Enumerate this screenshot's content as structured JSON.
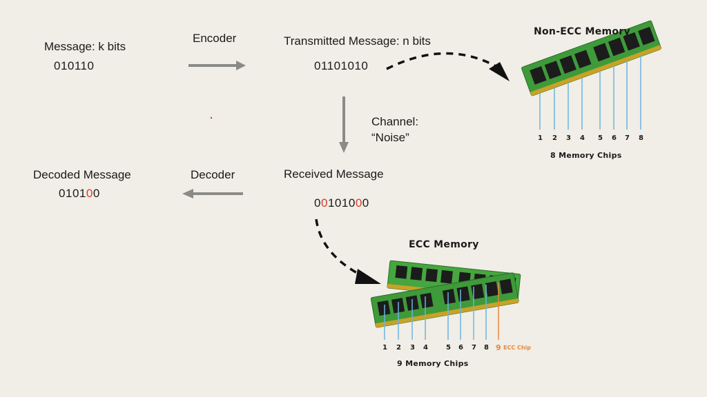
{
  "message": {
    "label": "Message: k bits",
    "bits": "010110"
  },
  "encoder": {
    "label": "Encoder"
  },
  "transmitted": {
    "label": "Transmitted Message: n bits",
    "bits": "01101010"
  },
  "channel": {
    "label_line1": "Channel:",
    "label_line2": "“Noise”"
  },
  "received": {
    "label": "Received Message",
    "bits": [
      "0",
      "0",
      "1",
      "0",
      "1",
      "0",
      "0",
      "0"
    ],
    "error_positions": [
      1,
      6
    ]
  },
  "decoder": {
    "label": "Decoder"
  },
  "decoded": {
    "label": "Decoded Message",
    "bits": [
      "0",
      "1",
      "0",
      "1",
      "0",
      "0"
    ],
    "error_positions": [
      4
    ]
  },
  "non_ecc": {
    "title": "Non-ECC Memory",
    "chip_numbers": [
      "1",
      "2",
      "3",
      "4",
      "5",
      "6",
      "7",
      "8"
    ],
    "caption": "8 Memory Chips"
  },
  "ecc": {
    "title": "ECC Memory",
    "chip_numbers": [
      "1",
      "2",
      "3",
      "4",
      "5",
      "6",
      "7",
      "8"
    ],
    "ecc_chip_number": "9",
    "ecc_chip_label": "ECC Chip",
    "caption": "9 Memory Chips"
  },
  "colors": {
    "background": "#f0eee6",
    "arrow_gray": "#8a8a86",
    "error_red": "#d63a2e",
    "ecc_orange": "#e8873a",
    "chip_line_blue": "#6db3e0",
    "pcb_green": "#3f9a3a",
    "chip_black": "#1c1c1c",
    "gold": "#c9a227"
  }
}
